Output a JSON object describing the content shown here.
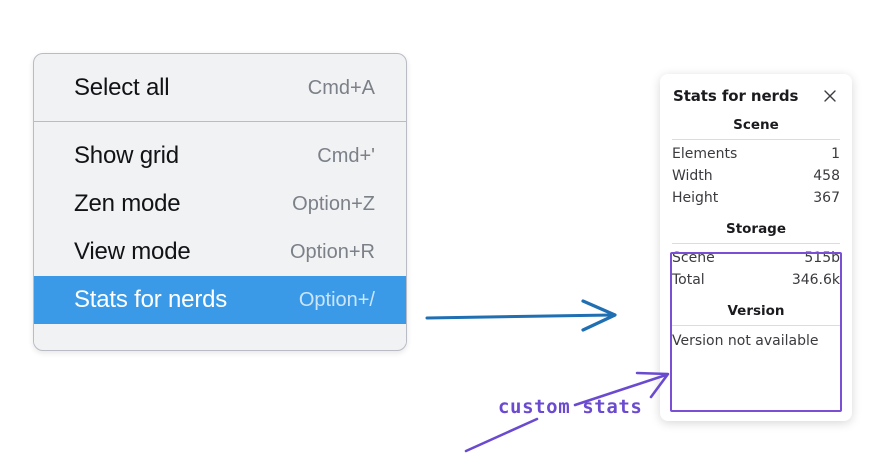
{
  "context_menu": {
    "name": "canvas-context-menu",
    "groups": [
      {
        "items": [
          {
            "label": "Select all",
            "shortcut": "Cmd+A",
            "highlighted": false
          }
        ]
      },
      {
        "items": [
          {
            "label": "Show grid",
            "shortcut": "Cmd+'",
            "highlighted": false
          },
          {
            "label": "Zen mode",
            "shortcut": "Option+Z",
            "highlighted": false
          },
          {
            "label": "View mode",
            "shortcut": "Option+R",
            "highlighted": false
          },
          {
            "label": "Stats for nerds",
            "shortcut": "Option+/",
            "highlighted": true
          }
        ]
      }
    ]
  },
  "stats_panel": {
    "title": "Stats for nerds",
    "close_icon": "close-icon",
    "sections": [
      {
        "heading": "Scene",
        "rows": [
          {
            "key": "Elements",
            "value": "1"
          },
          {
            "key": "Width",
            "value": "458"
          },
          {
            "key": "Height",
            "value": "367"
          }
        ]
      },
      {
        "heading": "Storage",
        "rows": [
          {
            "key": "Scene",
            "value": "515b"
          },
          {
            "key": "Total",
            "value": "346.6k"
          }
        ]
      },
      {
        "heading": "Version",
        "text_rows": [
          "Version not available"
        ]
      }
    ]
  },
  "annotations": {
    "handwritten_label": "custom stats",
    "blue_arrow": "arrow-right",
    "purple_arrow": "arrow-up-right",
    "purple_underline": "underline-stroke"
  },
  "colors": {
    "menu_background": "#f1f2f4",
    "menu_border": "#b9bcc4",
    "menu_highlight": "#3b9ae8",
    "menu_label": "#111316",
    "menu_shortcut": "#7c8088",
    "panel_background": "#ffffff",
    "panel_text": "#3a3a3f",
    "panel_heading": "#1b1b1f",
    "panel_rule": "#dcdcdf",
    "annotation_purple": "#6a4bd0",
    "custom_box_purple": "#7b4fd4",
    "annotation_blue": "#1f6fb2"
  }
}
